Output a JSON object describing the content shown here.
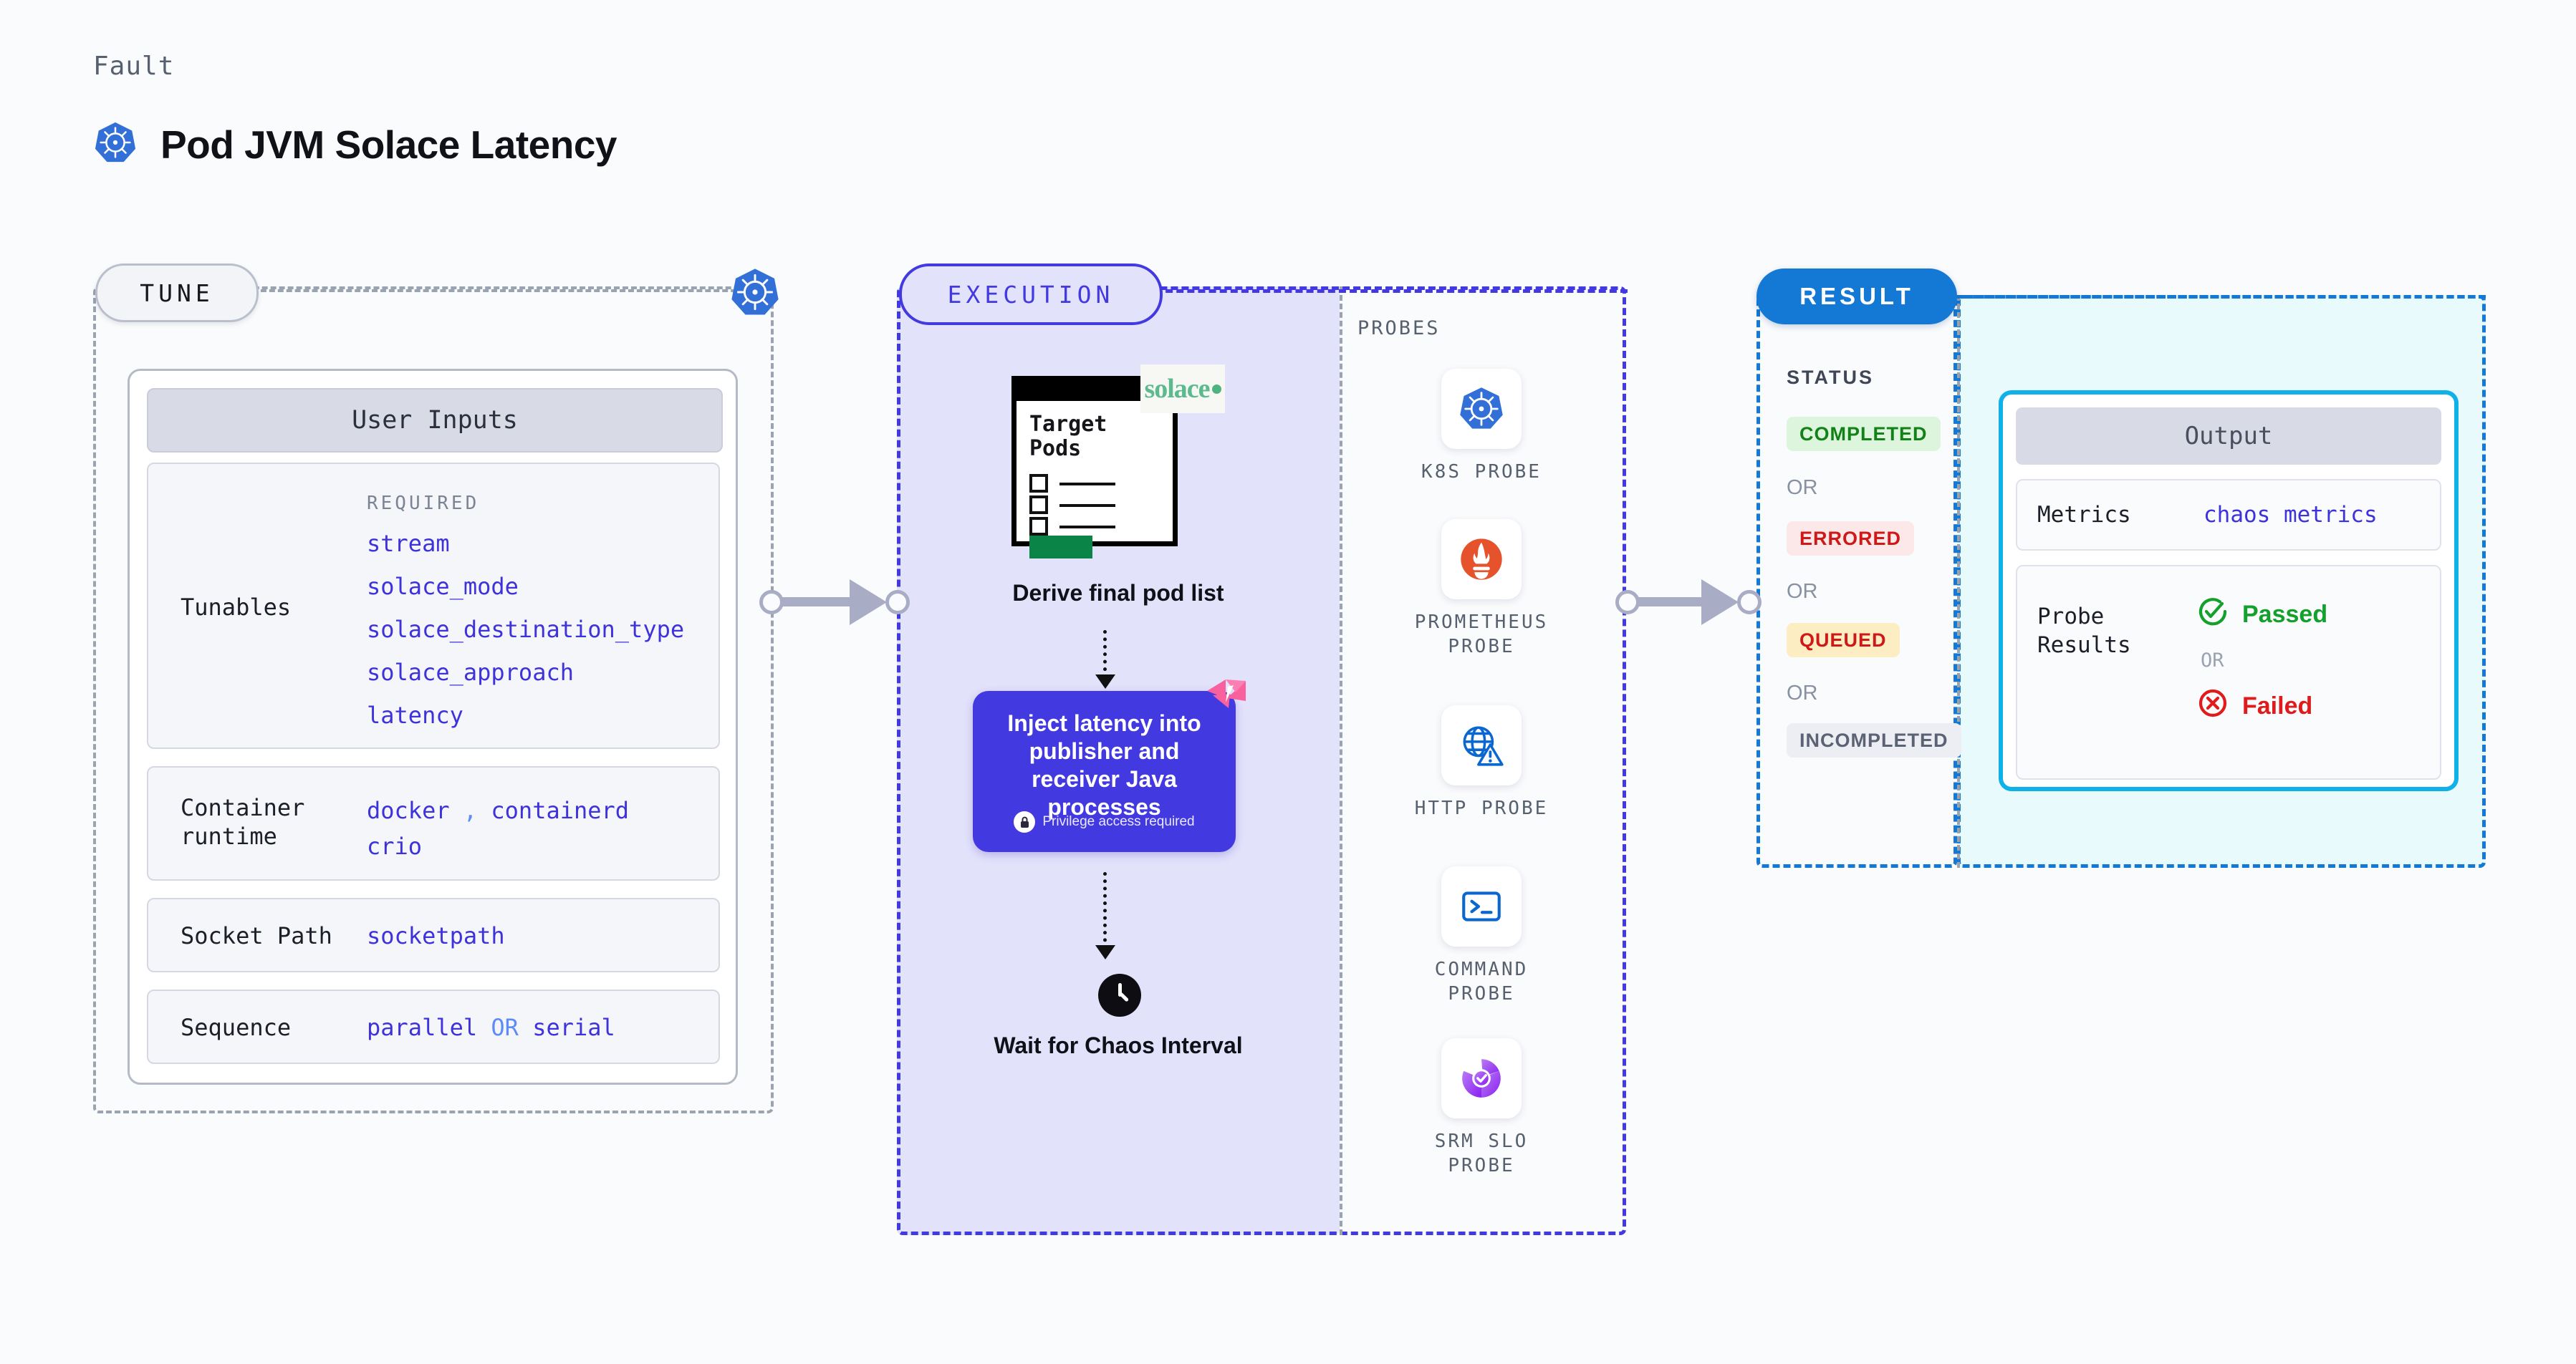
{
  "header": {
    "eyebrow": "Fault",
    "title": "Pod JVM Solace Latency",
    "icon": "kubernetes-icon"
  },
  "tune": {
    "badge": "TUNE",
    "corner_icon": "kubernetes-icon",
    "card_title": "User Inputs",
    "tunables": {
      "label": "Tunables",
      "required_label": "REQUIRED",
      "items": [
        "stream",
        "solace_mode",
        "solace_destination_type",
        "solace_approach",
        "latency"
      ]
    },
    "container_runtime": {
      "label": "Container runtime",
      "values_line1": [
        "docker",
        "containerd"
      ],
      "separator": ",",
      "values_line2": [
        "crio"
      ]
    },
    "socket_path": {
      "label": "Socket Path",
      "value": "socketpath"
    },
    "sequence": {
      "label": "Sequence",
      "value_left": "parallel",
      "conjunction": "OR",
      "value_right": "serial"
    }
  },
  "execution": {
    "badge": "EXECUTION",
    "document": {
      "title_line1": "Target",
      "title_line2": "Pods",
      "brand": "solace"
    },
    "derive_label": "Derive final pod list",
    "inject_card": {
      "text": "Inject latency into publisher and receiver Java processes",
      "privilege_note": "Privilege access required",
      "icon": "lock-icon",
      "ribbon": "ribbon-icon"
    },
    "wait_step": {
      "label": "Wait for Chaos Interval",
      "icon": "clock-icon"
    }
  },
  "probes": {
    "title": "PROBES",
    "items": [
      {
        "name": "K8S PROBE",
        "icon": "kubernetes-icon"
      },
      {
        "name": "PROMETHEUS PROBE",
        "icon": "prometheus-icon"
      },
      {
        "name": "HTTP PROBE",
        "icon": "http-globe-warning-icon"
      },
      {
        "name": "COMMAND PROBE",
        "icon": "terminal-icon"
      },
      {
        "name": "SRM SLO PROBE",
        "icon": "srm-slo-donut-check-icon"
      }
    ]
  },
  "result": {
    "badge": "RESULT",
    "status_title": "STATUS",
    "or_label": "OR",
    "statuses": [
      {
        "label": "COMPLETED",
        "bg": "#dcf5dc",
        "fg": "#128118"
      },
      {
        "label": "ERRORED",
        "bg": "#fce8e8",
        "fg": "#cf1818"
      },
      {
        "label": "QUEUED",
        "bg": "#fcedc2",
        "fg": "#cf1818"
      },
      {
        "label": "INCOMPLETED",
        "bg": "#eceef4",
        "fg": "#5a6274"
      }
    ],
    "output": {
      "title": "Output",
      "metrics_label": "Metrics",
      "metrics_value": "chaos metrics",
      "probe_results_label": "Probe Results",
      "passed_label": "Passed",
      "failed_label": "Failed",
      "or_label": "OR",
      "passed_icon": "check-circle-icon",
      "failed_icon": "x-circle-icon"
    }
  },
  "colors": {
    "accent_indigo": "#4339e0",
    "accent_blue": "#1379d4",
    "accent_cyan": "#10b0e8",
    "value_text": "#3e32db",
    "kubernetes_blue": "#3270d8"
  }
}
